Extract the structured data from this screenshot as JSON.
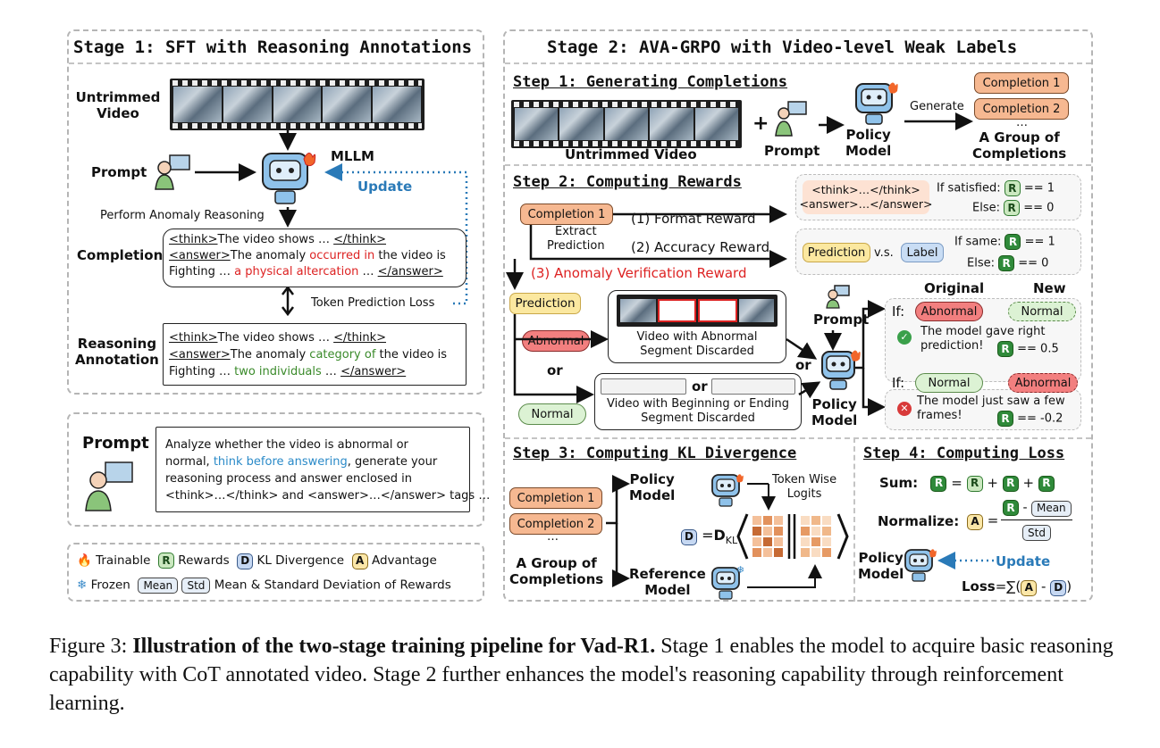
{
  "stage1": {
    "title": "Stage 1: SFT with Reasoning Annotations",
    "untrimmed_video": "Untrimmed\nVideo",
    "prompt": "Prompt",
    "mllm": "MLLM",
    "update": "Update",
    "perform": "Perform Anomaly Reasoning",
    "completion_label": "Completion",
    "completion_l1a": "<think>",
    "completion_l1b": "The video shows … ",
    "completion_l1c": "</think>",
    "completion_l2a": "<answer>",
    "completion_l2b": "The anomaly ",
    "completion_l2c": "occurred in",
    "completion_l2d": " the video is",
    "completion_l3a": "Fighting … ",
    "completion_l3b": "a physical altercation",
    "completion_l3c": " … ",
    "completion_l3d": "</answer>",
    "token_loss": "Token Prediction Loss",
    "reasoning_label": "Reasoning\nAnnotation",
    "ann_l1a": "<think>",
    "ann_l1b": "The video shows … ",
    "ann_l1c": "</think>",
    "ann_l2a": "<answer>",
    "ann_l2b": "The anomaly ",
    "ann_l2c": "category of",
    "ann_l2d": " the video is",
    "ann_l3a": "Fighting … ",
    "ann_l3b": "two individuals",
    "ann_l3c": " … ",
    "ann_l3d": "</answer>"
  },
  "prompt_panel": {
    "label": "Prompt",
    "l1": "Analyze whether the video is abnormal or",
    "l2a": "normal, ",
    "l2b": "think before answering",
    "l2c": ", generate your",
    "l3": "reasoning process and answer enclosed in",
    "l4": "<think>…</think> and <answer>…</answer> tags …"
  },
  "legend": {
    "trainable": "Trainable",
    "rewards": "Rewards",
    "kl": "KL Divergence",
    "advantage": "Advantage",
    "frozen": "Frozen",
    "mean": "Mean",
    "std": "Std",
    "mean_std": "Mean & Standard Deviation of Rewards",
    "R": "R",
    "D": "D",
    "A": "A"
  },
  "stage2": {
    "title": "Stage 2: AVA-GRPO with Video-level Weak Labels",
    "step1": {
      "title": "Step 1: Generating Completions",
      "video": "Untrimmed Video",
      "plus": "+",
      "prompt": "Prompt",
      "policy": "Policy\nModel",
      "generate": "Generate",
      "c1": "Completion 1",
      "c2": "Completion 2",
      "dots": "…",
      "group": "A Group of\nCompletions"
    },
    "step2": {
      "title": "Step 2: Computing Rewards",
      "c1": "Completion 1",
      "extract": "Extract\nPrediction",
      "format": "(1) Format Reward",
      "accuracy": "(2) Accuracy Reward",
      "verify": "(3) Anomaly Verification Reward",
      "fmt_tags": "<think>…</think>\n<answer>…</answer>",
      "if_satisfied": "If satisfied:",
      "else": "Else:",
      "eq1": "== 1",
      "eq0": "== 0",
      "prediction": "Prediction",
      "vs": "v.s.",
      "label": "Label",
      "if_same": "If same:",
      "else2": "Else:",
      "prediction_box": "Prediction",
      "abnormal": "Abnormal",
      "or1": "or",
      "normal": "Normal",
      "video_abn": "Video with Abnormal\nSegment Discarded",
      "or2": "or",
      "video_be": "Video with Beginning or Ending\nSegment Discarded",
      "prompt": "Prompt",
      "or3": "or",
      "policy": "Policy\nModel",
      "original": "Original",
      "new": "New",
      "if1": "If:",
      "abnormal_o": "Abnormal",
      "normal_n": "Normal",
      "right": "The model gave right\nprediction!",
      "eq05": "== 0.5",
      "if2": "If:",
      "normal_o": "Normal",
      "abnormal_n": "Abnormal",
      "few": "The model just saw a few\nframes!",
      "eqm02": "== -0.2"
    },
    "step3": {
      "title": "Step 3: Computing KL Divergence",
      "c1": "Completion 1",
      "c2": "Completion 2",
      "dots": "…",
      "group": "A Group of\nCompletions",
      "policy": "Policy\nModel",
      "token": "Token Wise\nLogits",
      "reference": "Reference\nModel",
      "D": "D",
      "eq": "=",
      "DKL": "D",
      "KL": "KL"
    },
    "step4": {
      "title": "Step 4: Computing Loss",
      "sum": "Sum:",
      "normalize": "Normalize:",
      "mean": "Mean",
      "std": "Std",
      "policy": "Policy\nModel",
      "update": "Update",
      "loss": "Loss",
      "R": "R",
      "A": "A",
      "D": "D",
      "eq": "=",
      "plus": "+",
      "minus": "-",
      "sigma": "=∑(",
      "close": ")"
    }
  },
  "caption": {
    "prefix": "Figure 3: ",
    "bold": "Illustration of the two-stage training pipeline for Vad-R1.",
    "rest": " Stage 1 enables the model to acquire basic reasoning capability with CoT annotated video. Stage 2 further enhances the model's reasoning capability through reinforcement learning."
  }
}
